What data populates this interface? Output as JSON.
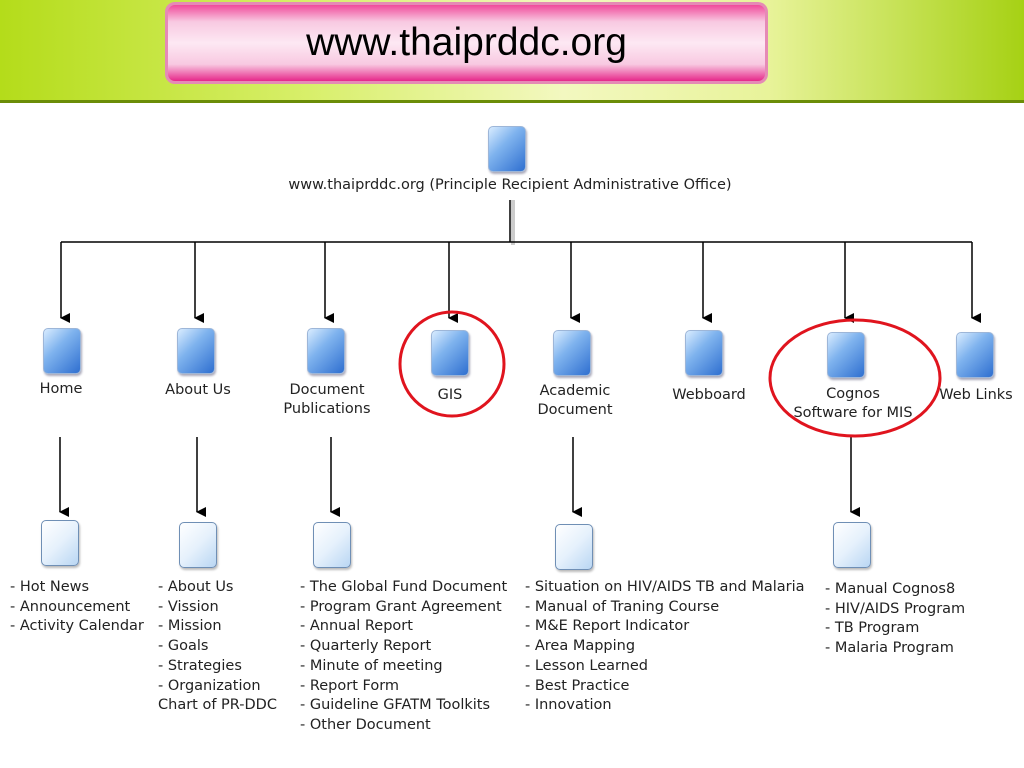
{
  "title": "www.thaiprddc.org",
  "root": {
    "label": "www.thaiprddc.org (Principle Recipient Administrative Office)",
    "icon": "page-icon"
  },
  "branches": [
    {
      "label_lines": [
        "Home"
      ],
      "icon": "page-icon",
      "highlighted": false,
      "children": [
        "- Hot News",
        "- Announcement",
        "- Activity Calendar"
      ]
    },
    {
      "label_lines": [
        "About Us"
      ],
      "icon": "page-icon",
      "highlighted": false,
      "children": [
        "- About Us",
        "- Vission",
        "- Mission",
        "- Goals",
        "- Strategies",
        "- Organization",
        "Chart of PR-DDC"
      ]
    },
    {
      "label_lines": [
        "Document",
        "Publications"
      ],
      "icon": "page-icon",
      "highlighted": false,
      "children": [
        "- The Global Fund Document",
        "- Program Grant Agreement",
        "- Annual Report",
        "- Quarterly Report",
        "- Minute of meeting",
        "- Report Form",
        "- Guideline GFATM Toolkits",
        "- Other Document"
      ]
    },
    {
      "label_lines": [
        "GIS"
      ],
      "icon": "page-icon",
      "highlighted": true,
      "children": []
    },
    {
      "label_lines": [
        "Academic",
        "Document"
      ],
      "icon": "page-icon",
      "highlighted": false,
      "children": [
        "- Situation on HIV/AIDS TB and Malaria",
        "- Manual of Traning Course",
        "- M&E Report Indicator",
        "- Area Mapping",
        "- Lesson Learned",
        "- Best Practice",
        "- Innovation"
      ]
    },
    {
      "label_lines": [
        "Webboard"
      ],
      "icon": "page-icon",
      "highlighted": false,
      "children": []
    },
    {
      "label_lines": [
        "Cognos",
        "Software for MIS"
      ],
      "icon": "page-icon",
      "highlighted": true,
      "children": [
        "- Manual Cognos8",
        "- HIV/AIDS Program",
        "- TB Program",
        "- Malaria Program"
      ]
    },
    {
      "label_lines": [
        "Web Links"
      ],
      "icon": "page-icon",
      "highlighted": false,
      "children": []
    }
  ],
  "colors": {
    "header_green": "#a6d114",
    "title_pink": "#f04a9b",
    "icon_blue": "#2f6fd0",
    "highlight_circle": "#e0141e",
    "connector": "#000000"
  }
}
